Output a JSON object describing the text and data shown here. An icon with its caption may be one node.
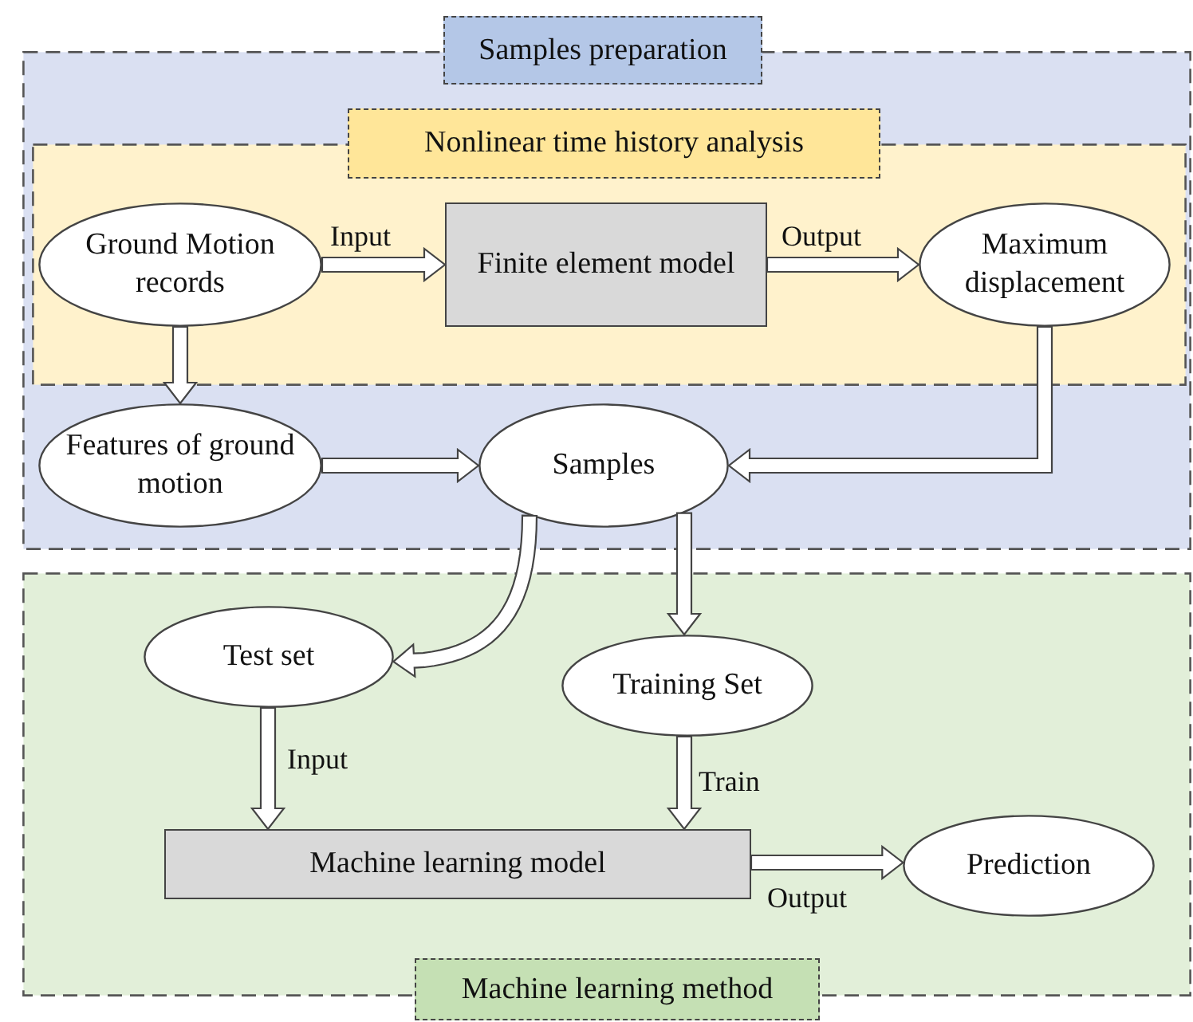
{
  "diagram": {
    "nodes": [
      {
        "text": [
          "Samples preparation"
        ]
      },
      {
        "text": [
          "Nonlinear time history analysis"
        ],
        "in": 0
      },
      {
        "text": [
          "Ground Motion records"
        ],
        "in": 1
      },
      {
        "text": [
          "Finite element model"
        ],
        "in": 1
      },
      {
        "text": [
          "Maximum displacement"
        ],
        "in": 1
      },
      {
        "text": [
          "Features of ground motion"
        ],
        "in": 0
      },
      {
        "text": [
          "Samples"
        ],
        "in": 0
      },
      {
        "text": [
          "Machine learning method"
        ]
      },
      {
        "text": [
          "Test set"
        ],
        "in": 7
      },
      {
        "text": [
          "Training Set"
        ],
        "in": 7
      },
      {
        "text": [
          "Machine learning model"
        ],
        "in": 7
      },
      {
        "text": [
          "Prediction"
        ],
        "in": 7
      }
    ],
    "edges": [
      {
        "from": 2,
        "to": 3,
        "arrow": "to",
        "label": "Input"
      },
      {
        "from": 3,
        "to": 4,
        "arrow": "to",
        "label": "Output"
      },
      {
        "from": 2,
        "to": 5,
        "arrow": "to"
      },
      {
        "from": 4,
        "to": 6,
        "arrow": "to"
      },
      {
        "from": 5,
        "to": 6,
        "arrow": "to"
      },
      {
        "from": 6,
        "to": 8,
        "arrow": "to"
      },
      {
        "from": 6,
        "to": 9,
        "arrow": "to"
      },
      {
        "from": 8,
        "to": 10,
        "arrow": "to",
        "label": "Input"
      },
      {
        "from": 9,
        "to": 10,
        "arrow": "to",
        "label": "Train"
      },
      {
        "from": 10,
        "to": 11,
        "arrow": "to",
        "label": "Output"
      }
    ]
  }
}
